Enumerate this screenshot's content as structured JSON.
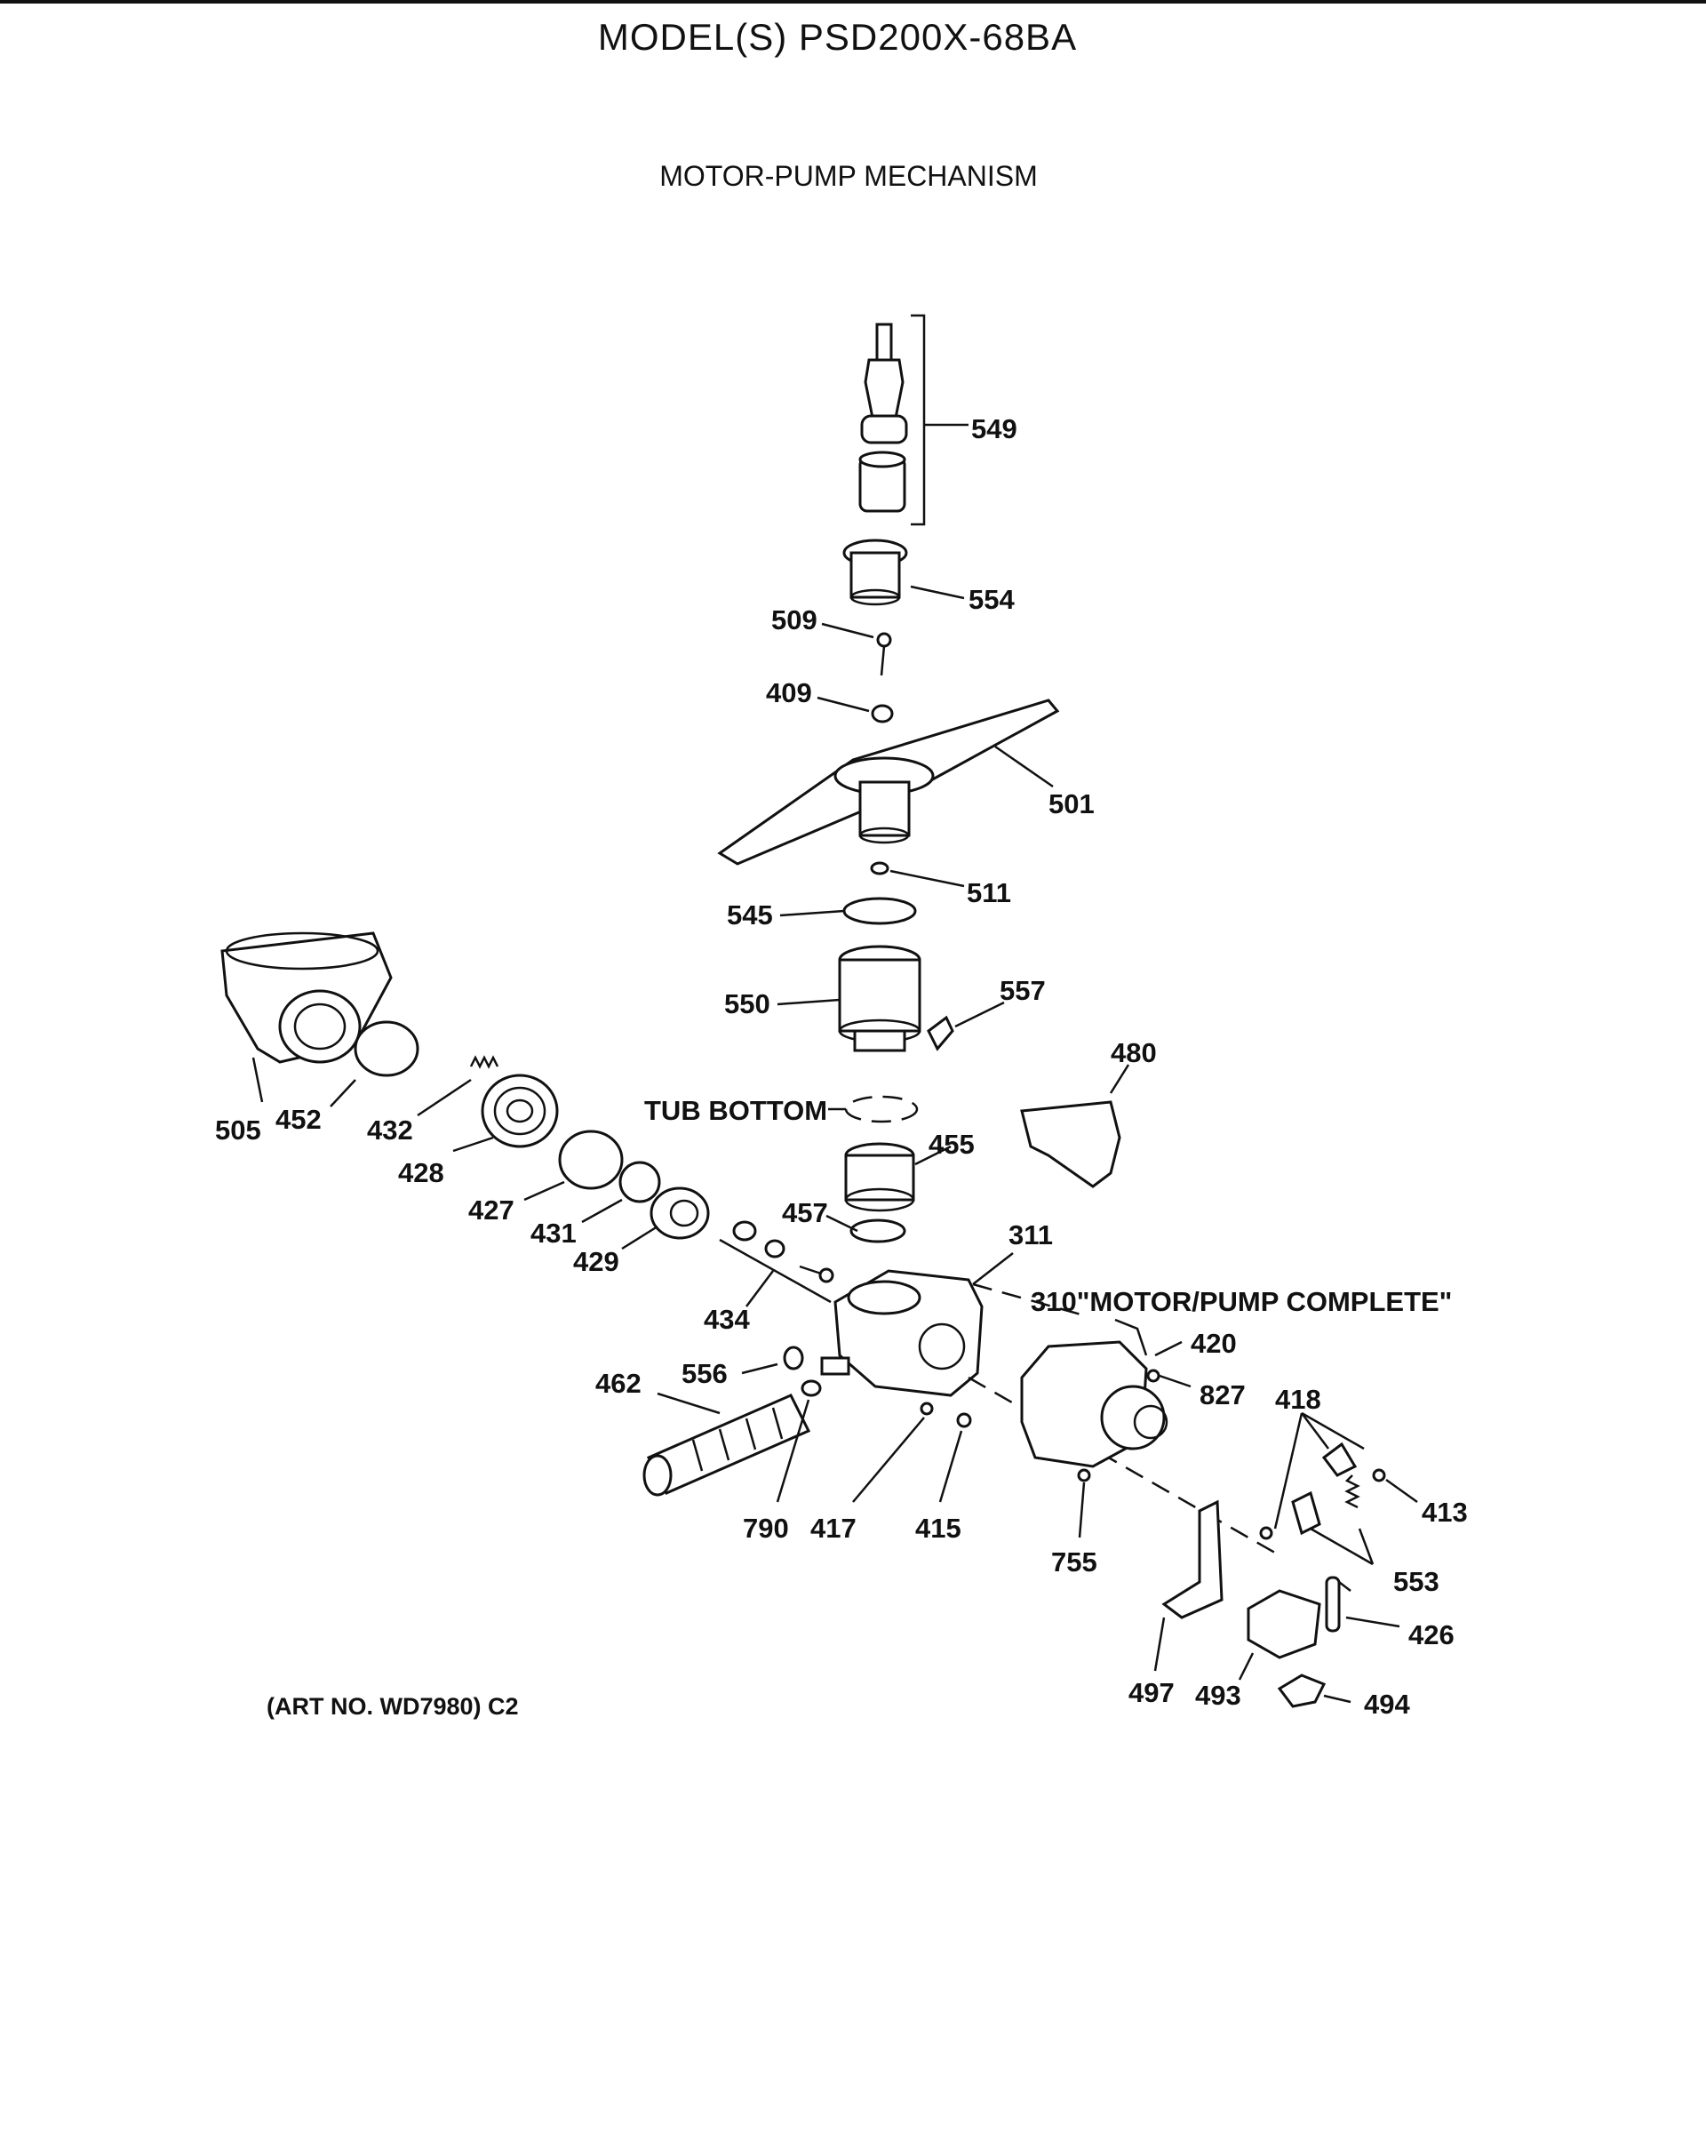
{
  "header": {
    "model": "MODEL(S) PSD200X-68BA",
    "title": "MOTOR-PUMP MECHANISM"
  },
  "footer": {
    "art_no": "(ART NO. WD7980) C2"
  },
  "labels": {
    "p549": "549",
    "p554": "554",
    "p509": "509",
    "p409": "409",
    "p501": "501",
    "p511": "511",
    "p545": "545",
    "p550": "550",
    "p557": "557",
    "p480": "480",
    "tub_bottom": "TUB BOTTOM",
    "p455": "455",
    "p457": "457",
    "p311": "311",
    "motor_pump_complete": "310\"MOTOR/PUMP COMPLETE\"",
    "p505": "505",
    "p452": "452",
    "p432": "432",
    "p428": "428",
    "p427": "427",
    "p431": "431",
    "p429": "429",
    "p434": "434",
    "p420": "420",
    "p827": "827",
    "p418": "418",
    "p413": "413",
    "p553": "553",
    "p426": "426",
    "p462": "462",
    "p556": "556",
    "p790": "790",
    "p417": "417",
    "p415": "415",
    "p755": "755",
    "p497": "497",
    "p493": "493",
    "p494": "494"
  }
}
